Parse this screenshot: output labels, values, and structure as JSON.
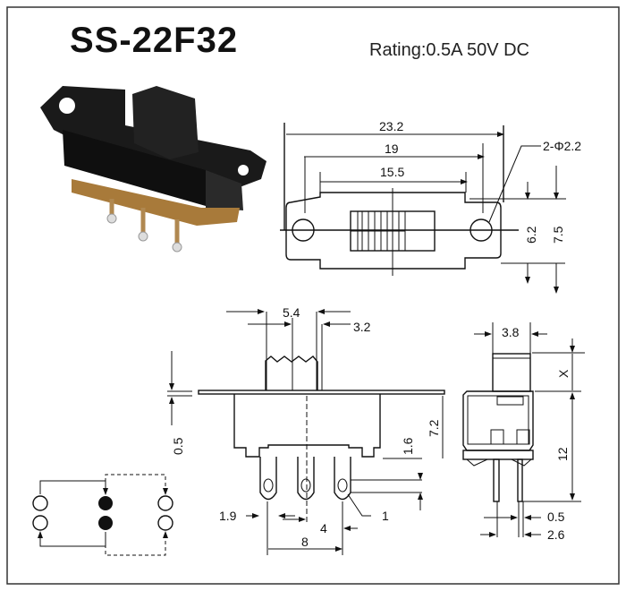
{
  "title": "SS-22F32",
  "rating": "Rating:0.5A 50V DC",
  "top_view": {
    "d_overall": "23.2",
    "d_holes": "19",
    "d_slot": "15.5",
    "d_hole_dia": "2-Φ2.2",
    "d_h1": "6.2",
    "d_h2": "7.5"
  },
  "front_view": {
    "d_54": "5.4",
    "d_32": "3.2",
    "d_05": "0.5",
    "d_72": "7.2",
    "d_16": "1.6",
    "d_19": "1.9",
    "d_4": "4",
    "d_8": "8",
    "d_1": "1"
  },
  "side_view": {
    "d_38": "3.8",
    "d_x": "X",
    "d_12": "12",
    "d_05": "0.5",
    "d_26": "2.6"
  }
}
